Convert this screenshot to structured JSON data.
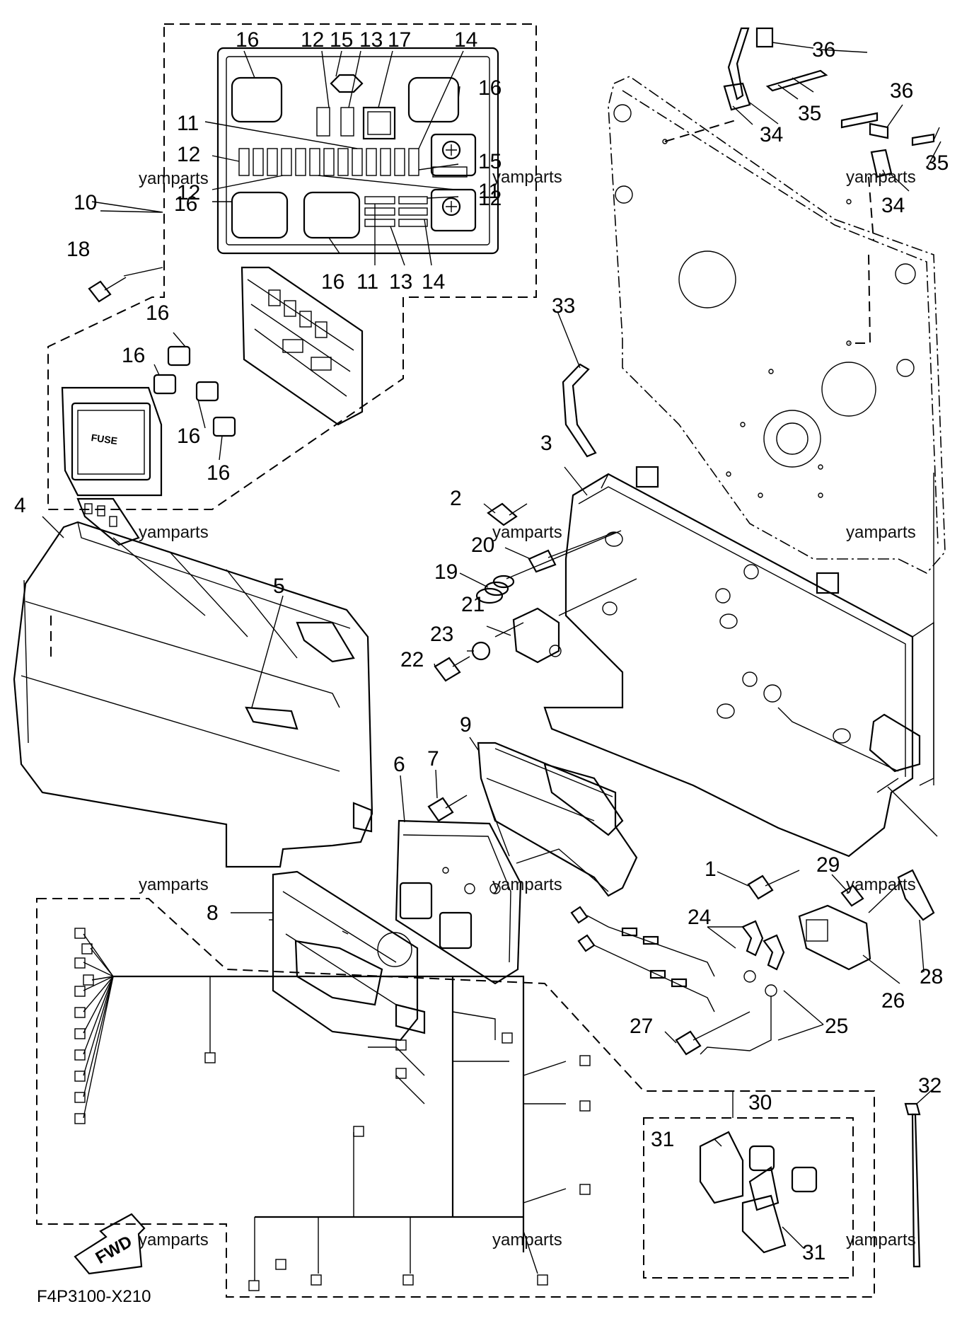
{
  "diagram": {
    "drawing_code": "F4P3100-X210",
    "fuse_label": "FUSE",
    "fwd_label": "FWD",
    "watermark": "yamparts",
    "callouts": [
      {
        "id": "c16a",
        "text": "16"
      },
      {
        "id": "c12a",
        "text": "12"
      },
      {
        "id": "c15a",
        "text": "15"
      },
      {
        "id": "c13a",
        "text": "13"
      },
      {
        "id": "c17",
        "text": "17"
      },
      {
        "id": "c14a",
        "text": "14"
      },
      {
        "id": "c16b",
        "text": "16"
      },
      {
        "id": "c11a",
        "text": "11"
      },
      {
        "id": "c12b",
        "text": "12"
      },
      {
        "id": "c15b",
        "text": "15"
      },
      {
        "id": "c12c",
        "text": "12"
      },
      {
        "id": "c11b",
        "text": "11"
      },
      {
        "id": "c10",
        "text": "10"
      },
      {
        "id": "c16c",
        "text": "16"
      },
      {
        "id": "c12d",
        "text": "12"
      },
      {
        "id": "c16d",
        "text": "16"
      },
      {
        "id": "c11c",
        "text": "11"
      },
      {
        "id": "c13b",
        "text": "13"
      },
      {
        "id": "c14b",
        "text": "14"
      },
      {
        "id": "c18",
        "text": "18"
      },
      {
        "id": "c16e",
        "text": "16"
      },
      {
        "id": "c16f",
        "text": "16"
      },
      {
        "id": "c16g",
        "text": "16"
      },
      {
        "id": "c16h",
        "text": "16"
      },
      {
        "id": "c36a",
        "text": "36"
      },
      {
        "id": "c35a",
        "text": "35"
      },
      {
        "id": "c34a",
        "text": "34"
      },
      {
        "id": "c36b",
        "text": "36"
      },
      {
        "id": "c35b",
        "text": "35"
      },
      {
        "id": "c34b",
        "text": "34"
      },
      {
        "id": "c33",
        "text": "33"
      },
      {
        "id": "c3",
        "text": "3"
      },
      {
        "id": "c4",
        "text": "4"
      },
      {
        "id": "c2",
        "text": "2"
      },
      {
        "id": "c20",
        "text": "20"
      },
      {
        "id": "c19",
        "text": "19"
      },
      {
        "id": "c5",
        "text": "5"
      },
      {
        "id": "c21",
        "text": "21"
      },
      {
        "id": "c23",
        "text": "23"
      },
      {
        "id": "c22",
        "text": "22"
      },
      {
        "id": "c9",
        "text": "9"
      },
      {
        "id": "c7",
        "text": "7"
      },
      {
        "id": "c6",
        "text": "6"
      },
      {
        "id": "c1",
        "text": "1"
      },
      {
        "id": "c29",
        "text": "29"
      },
      {
        "id": "c8",
        "text": "8"
      },
      {
        "id": "c24",
        "text": "24"
      },
      {
        "id": "c28",
        "text": "28"
      },
      {
        "id": "c26",
        "text": "26"
      },
      {
        "id": "c27",
        "text": "27"
      },
      {
        "id": "c25",
        "text": "25"
      },
      {
        "id": "c30",
        "text": "30"
      },
      {
        "id": "c32",
        "text": "32"
      },
      {
        "id": "c31a",
        "text": "31"
      },
      {
        "id": "c31b",
        "text": "31"
      }
    ]
  }
}
